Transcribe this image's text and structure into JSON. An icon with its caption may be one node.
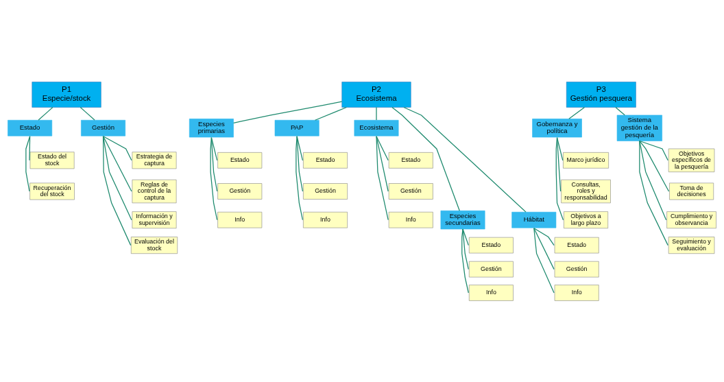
{
  "diagram": {
    "nodes": [
      {
        "text": [
          "P1",
          "Especie/stock"
        ]
      },
      {
        "text": [
          "Estado"
        ]
      },
      {
        "text": [
          "Gestión"
        ]
      },
      {
        "text": [
          "Estado del stock"
        ]
      },
      {
        "text": [
          "Recuperación del stock"
        ]
      },
      {
        "text": [
          "Estrategia de captura"
        ]
      },
      {
        "text": [
          "Reglas de control de la captura"
        ]
      },
      {
        "text": [
          "Información y supervisión"
        ]
      },
      {
        "text": [
          "Evaluación del stock"
        ]
      },
      {
        "text": [
          "P2",
          "Ecosistema"
        ]
      },
      {
        "text": [
          "Especies primarias"
        ]
      },
      {
        "text": [
          "PAP"
        ]
      },
      {
        "text": [
          "Ecosistema"
        ]
      },
      {
        "text": [
          "Especies secundarias"
        ]
      },
      {
        "text": [
          "Hábitat"
        ]
      },
      {
        "text": [
          "Estado"
        ]
      },
      {
        "text": [
          "Gestión"
        ]
      },
      {
        "text": [
          "Info"
        ]
      },
      {
        "text": [
          "Estado"
        ]
      },
      {
        "text": [
          "Gestión"
        ]
      },
      {
        "text": [
          "Info"
        ]
      },
      {
        "text": [
          "Estado"
        ]
      },
      {
        "text": [
          "Gestión"
        ]
      },
      {
        "text": [
          "Info"
        ]
      },
      {
        "text": [
          "Estado"
        ]
      },
      {
        "text": [
          "Gestión"
        ]
      },
      {
        "text": [
          "Info"
        ]
      },
      {
        "text": [
          "Estado"
        ]
      },
      {
        "text": [
          "Gestión"
        ]
      },
      {
        "text": [
          "Info"
        ]
      },
      {
        "text": [
          "P3",
          "Gestión pesquera"
        ]
      },
      {
        "text": [
          "Gobernanza y política"
        ]
      },
      {
        "text": [
          "Sistema gestión de la pesquería"
        ]
      },
      {
        "text": [
          "Marco jurídico"
        ]
      },
      {
        "text": [
          "Consultas, roles y responsabilidad"
        ]
      },
      {
        "text": [
          "Objetivos a largo plazo"
        ]
      },
      {
        "text": [
          "Objetivos específicos de la pesquería"
        ]
      },
      {
        "text": [
          "Toma de decisiones"
        ]
      },
      {
        "text": [
          "Cumplimiento y observancia"
        ]
      },
      {
        "text": [
          "Seguimiento y evaluación"
        ]
      }
    ],
    "edges": [
      {
        "from": 0,
        "to": 1,
        "arrow": "none"
      },
      {
        "from": 0,
        "to": 2,
        "arrow": "none"
      },
      {
        "from": 1,
        "to": 3,
        "arrow": "none"
      },
      {
        "from": 1,
        "to": 4,
        "arrow": "none"
      },
      {
        "from": 2,
        "to": 5,
        "arrow": "none"
      },
      {
        "from": 2,
        "to": 6,
        "arrow": "none"
      },
      {
        "from": 2,
        "to": 7,
        "arrow": "none"
      },
      {
        "from": 2,
        "to": 8,
        "arrow": "none"
      },
      {
        "from": 9,
        "to": 10,
        "arrow": "none"
      },
      {
        "from": 9,
        "to": 11,
        "arrow": "none"
      },
      {
        "from": 9,
        "to": 12,
        "arrow": "none"
      },
      {
        "from": 9,
        "to": 13,
        "arrow": "none"
      },
      {
        "from": 9,
        "to": 14,
        "arrow": "none"
      },
      {
        "from": 10,
        "to": 15,
        "arrow": "none"
      },
      {
        "from": 10,
        "to": 16,
        "arrow": "none"
      },
      {
        "from": 10,
        "to": 17,
        "arrow": "none"
      },
      {
        "from": 11,
        "to": 18,
        "arrow": "none"
      },
      {
        "from": 11,
        "to": 19,
        "arrow": "none"
      },
      {
        "from": 11,
        "to": 20,
        "arrow": "none"
      },
      {
        "from": 12,
        "to": 21,
        "arrow": "none"
      },
      {
        "from": 12,
        "to": 22,
        "arrow": "none"
      },
      {
        "from": 12,
        "to": 23,
        "arrow": "none"
      },
      {
        "from": 13,
        "to": 24,
        "arrow": "none"
      },
      {
        "from": 13,
        "to": 25,
        "arrow": "none"
      },
      {
        "from": 13,
        "to": 26,
        "arrow": "none"
      },
      {
        "from": 14,
        "to": 27,
        "arrow": "none"
      },
      {
        "from": 14,
        "to": 28,
        "arrow": "none"
      },
      {
        "from": 14,
        "to": 29,
        "arrow": "none"
      },
      {
        "from": 30,
        "to": 31,
        "arrow": "none"
      },
      {
        "from": 30,
        "to": 32,
        "arrow": "none"
      },
      {
        "from": 31,
        "to": 33,
        "arrow": "none"
      },
      {
        "from": 31,
        "to": 34,
        "arrow": "none"
      },
      {
        "from": 31,
        "to": 35,
        "arrow": "none"
      },
      {
        "from": 32,
        "to": 36,
        "arrow": "none"
      },
      {
        "from": 32,
        "to": 37,
        "arrow": "none"
      },
      {
        "from": 32,
        "to": 38,
        "arrow": "none"
      },
      {
        "from": 32,
        "to": 39,
        "arrow": "none"
      }
    ]
  }
}
